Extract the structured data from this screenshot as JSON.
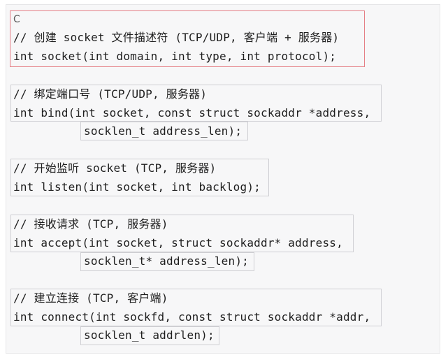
{
  "code_language": "C",
  "blocks": [
    {
      "comment": "// 创建 socket 文件描述符 (TCP/UDP, 客户端 + 服务器)",
      "lines": [
        "int socket(int domain, int type, int protocol);"
      ]
    },
    {
      "comment": "// 绑定端口号 (TCP/UDP, 服务器)",
      "lines": [
        "int bind(int socket, const struct sockaddr *address,",
        "socklen_t address_len);"
      ]
    },
    {
      "comment": "// 开始监听 socket (TCP, 服务器)",
      "lines": [
        "int listen(int socket, int backlog);"
      ]
    },
    {
      "comment": "// 接收请求 (TCP, 服务器)",
      "lines": [
        "int accept(int socket, struct sockaddr* address,",
        "socklen_t* address_len);"
      ]
    },
    {
      "comment": "// 建立连接 (TCP, 客户端)",
      "lines": [
        "int connect(int sockfd, const struct sockaddr *addr,",
        "socklen_t addrlen);"
      ]
    }
  ],
  "colors": {
    "selection_border": "#e57f86",
    "box_border": "#cfcfd3",
    "background": "#f7f7f8"
  }
}
